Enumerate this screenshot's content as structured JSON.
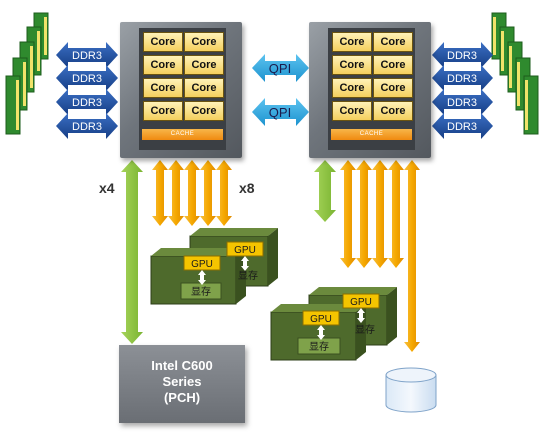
{
  "cpu_left": {
    "cores": [
      "Core",
      "Core",
      "Core",
      "Core",
      "Core",
      "Core",
      "Core",
      "Core"
    ],
    "cache_label": "CACHE"
  },
  "cpu_right": {
    "cores": [
      "Core",
      "Core",
      "Core",
      "Core",
      "Core",
      "Core",
      "Core",
      "Core"
    ],
    "cache_label": "CACHE"
  },
  "memory_left": [
    "DDR3",
    "DDR3",
    "DDR3",
    "DDR3"
  ],
  "memory_right": [
    "DDR3",
    "DDR3",
    "DDR3",
    "DDR3"
  ],
  "qpi_links": [
    "QPI",
    "QPI"
  ],
  "lane_labels": {
    "pch_link": "x4",
    "gpu_link": "x8"
  },
  "gpu_cards_left": [
    {
      "gpu_label": "GPU",
      "memory_label": "显存"
    },
    {
      "gpu_label": "GPU",
      "memory_label": "显存"
    }
  ],
  "gpu_cards_right": [
    {
      "gpu_label": "GPU",
      "memory_label": "显存"
    },
    {
      "gpu_label": "GPU",
      "memory_label": "显存"
    }
  ],
  "pch": {
    "line1": "Intel C600",
    "line2": "Series",
    "line3": "(PCH)"
  },
  "colors": {
    "orange_arrow": "#f5a800",
    "green_arrow": "#8cc63f",
    "ddr_arrow": "#1f4e9c",
    "qpi_arrow": "#29a8e0",
    "gpu_board": "#4e6a2c",
    "memory_stick": "#2f8a2e"
  }
}
